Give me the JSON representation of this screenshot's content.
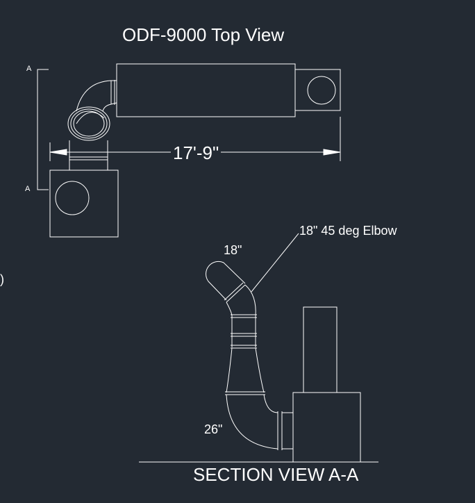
{
  "top_view": {
    "title": "ODF-9000 Top View",
    "overall_dimension": "17'-9\"",
    "section_marker_top": "A",
    "section_marker_bottom": "A"
  },
  "section_view": {
    "title": "SECTION VIEW A-A",
    "elbow_callout": "18\"  45 deg Elbow",
    "upper_diameter": "18\"",
    "lower_diameter": "26\""
  },
  "edge_fragment": ")",
  "colors": {
    "background": "#232a33",
    "linework": "#ffffff"
  }
}
